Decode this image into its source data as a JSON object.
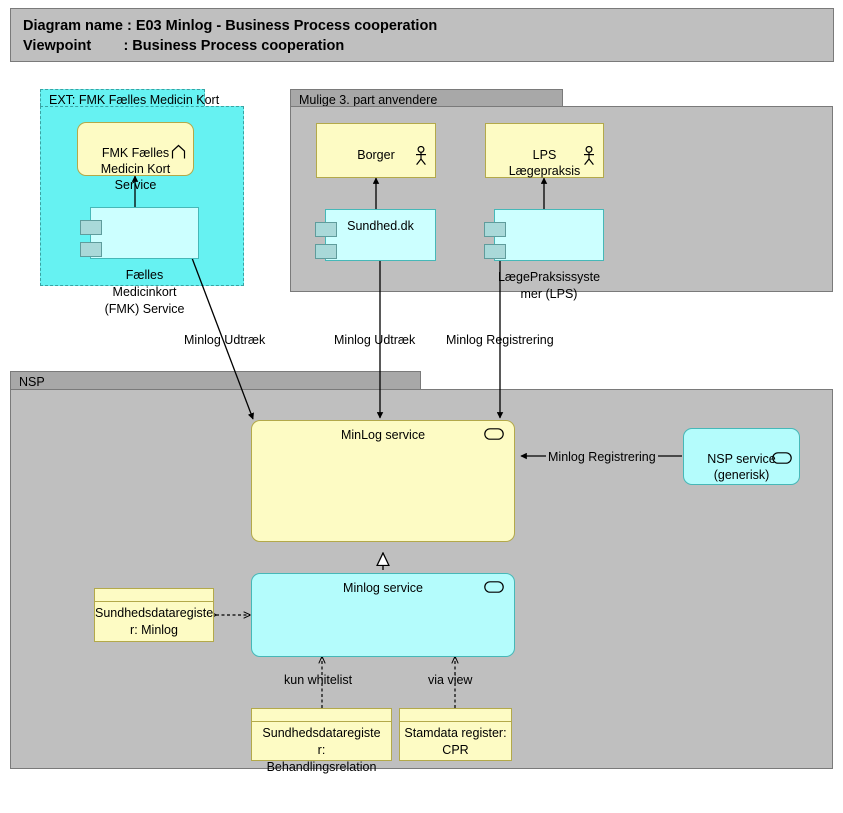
{
  "header": {
    "line1": "Diagram name : E03 Minlog - Business Process cooperation",
    "line2": "Viewpoint        : Business Process cooperation"
  },
  "groups": {
    "ext": {
      "label": "EXT: FMK Fælles Medicin Kort"
    },
    "third_party": {
      "label": "Mulige 3. part anvendere"
    },
    "nsp": {
      "label": "NSP"
    }
  },
  "nodes": {
    "fmk_service": {
      "label": "FMK Fælles\nMedicin Kort\nService",
      "icon": "business-process-icon"
    },
    "fmk_component": {
      "label": "Fælles\nMedicinkort\n(FMK) Service",
      "icon": "component-ports-icon"
    },
    "borger": {
      "label": "Borger",
      "icon": "actor-icon"
    },
    "lps_laegepraksis": {
      "label": "LPS\nLægepraksis",
      "icon": "actor-icon"
    },
    "sundhed_dk": {
      "label": "Sundhed.dk",
      "icon": "component-ports-icon"
    },
    "lps_systemer": {
      "label": "LægePraksissyste\nmer (LPS)",
      "icon": "component-ports-icon"
    },
    "minlog_service_app": {
      "label": "MinLog service",
      "icon": "service-oval-icon"
    },
    "nsp_service": {
      "label": "NSP service\n(generisk)",
      "icon": "service-oval-icon"
    },
    "minlog_service_tech": {
      "label": "Minlog service",
      "icon": "service-oval-icon"
    },
    "sdr_minlog": {
      "label": "Sundhedsdataregiste\nr: Minlog"
    },
    "sdr_behandlingsrelation": {
      "label": "Sundhedsdataregiste\nr:\nBehandlingsrelation"
    },
    "stamdata_cpr": {
      "label": "Stamdata register:\nCPR"
    }
  },
  "edges": {
    "fmk_udtraek": {
      "label": "Minlog Udtræk"
    },
    "sundhed_udtraek": {
      "label": "Minlog Udtræk"
    },
    "lps_registrering": {
      "label": "Minlog Registrering"
    },
    "nsp_registrering": {
      "label": "Minlog Registrering"
    },
    "whitelist": {
      "label": "kun whitelist"
    },
    "via_view": {
      "label": "via view"
    }
  },
  "colors": {
    "canvas": "#ffffff",
    "group_grey": "#bfbfbf",
    "group_tab_grey": "#a8a8a8",
    "ext_cyan": "#66f2f2",
    "element_yellow": "#fdfbc4",
    "element_cyan": "#b4fcfc",
    "component_cyan": "#ccffff",
    "port_cyan": "#a9d9d9",
    "border_yellow": "#b3a94a",
    "border_cyan": "#46b8b8",
    "border_grey": "#7a7a7a",
    "line": "#000000"
  }
}
